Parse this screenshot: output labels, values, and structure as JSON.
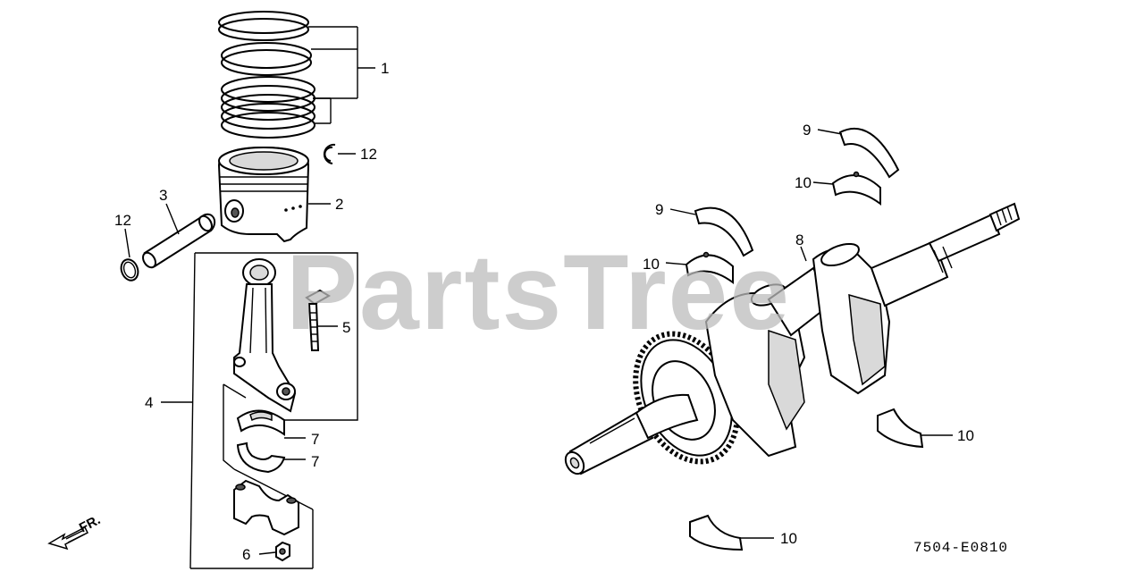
{
  "watermark": "PartsTree",
  "diagram_code": "7504-E0810",
  "direction_label": "FR.",
  "callouts": {
    "c1": "1",
    "c2": "2",
    "c3": "3",
    "c4": "4",
    "c5": "5",
    "c6": "6",
    "c7a": "7",
    "c7b": "7",
    "c8": "8",
    "c9a": "9",
    "c9b": "9",
    "c10a": "10",
    "c10b": "10",
    "c10c": "10",
    "c10d": "10",
    "c12a": "12",
    "c12b": "12"
  },
  "parts": [
    "piston-ring-set",
    "piston",
    "piston-pin",
    "connecting-rod",
    "connecting-rod-bolt",
    "oil-dipper-nut",
    "crankpin-bearing",
    "crankshaft",
    "thrust-washer",
    "main-bearing",
    "piston-pin-clip"
  ]
}
